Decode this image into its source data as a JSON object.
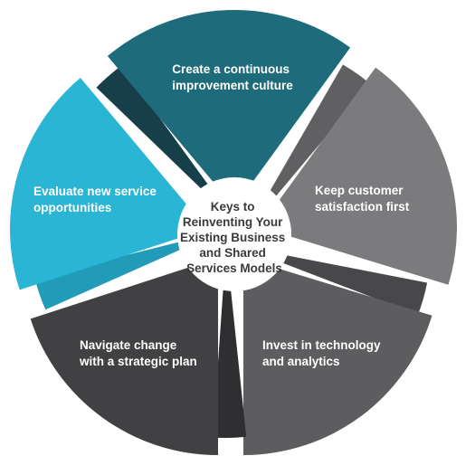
{
  "diagram": {
    "center": {
      "lines": [
        "Keys to",
        "Reinventing Your",
        "Existing Business",
        "and Shared",
        "Services Models"
      ],
      "color": "#ffffff",
      "text_color": "#3a3a3c"
    },
    "segments": [
      {
        "id": "culture",
        "lines": [
          "Create a continuous",
          "improvement culture"
        ],
        "color": "#1e6c7b",
        "shadow": "#163f49"
      },
      {
        "id": "customer",
        "lines": [
          "Keep customer",
          "satisfaction first"
        ],
        "color": "#7b7b7d",
        "shadow": "#606062"
      },
      {
        "id": "technology",
        "lines": [
          "Invest in technology",
          "and analytics"
        ],
        "color": "#5d5d60",
        "shadow": "#48484b"
      },
      {
        "id": "change",
        "lines": [
          "Navigate change",
          "with a strategic plan"
        ],
        "color": "#414143",
        "shadow": "#2f2f31"
      },
      {
        "id": "opportunities",
        "lines": [
          "Evaluate new service",
          "opportunities"
        ],
        "color": "#29b5d3",
        "shadow": "#219bb7"
      }
    ]
  }
}
